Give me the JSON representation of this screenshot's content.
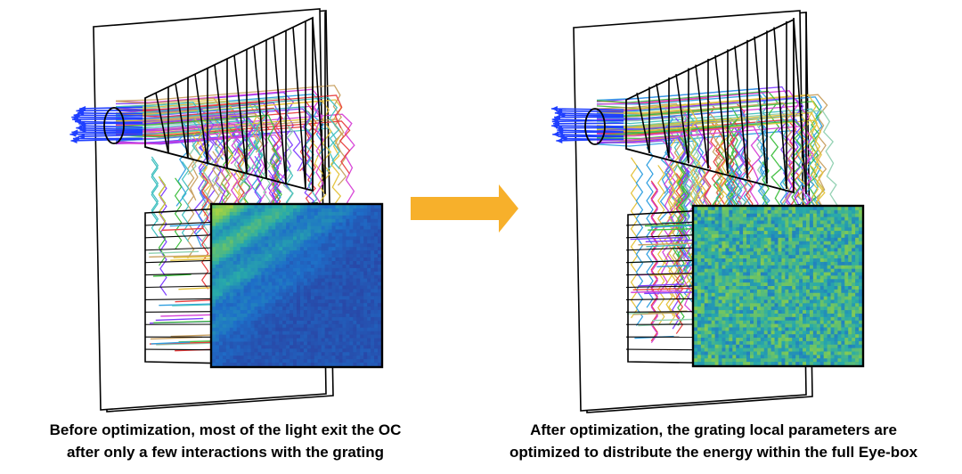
{
  "captions": {
    "before": {
      "line1": "Before optimization, most of the light exit the OC",
      "line2": "after only a few interactions with the grating"
    },
    "after": {
      "line1": "After optimization, the grating local parameters are",
      "line2": "optimized to distribute the energy within the full Eye-box"
    }
  },
  "colors": {
    "arrow": "#f7b02b",
    "beam": "#1f3fff",
    "outline": "#000000",
    "heatmap_low": "#2b3fa0",
    "heatmap_high": "#f5e020",
    "ray_palette": [
      "#e4c23a",
      "#3fbf3f",
      "#2f9fe0",
      "#d63fd6",
      "#7f3fff",
      "#e84040",
      "#8fd0b0",
      "#c8a060",
      "#40c0c0"
    ]
  },
  "icons": {
    "arrow": "right-arrow-icon"
  }
}
